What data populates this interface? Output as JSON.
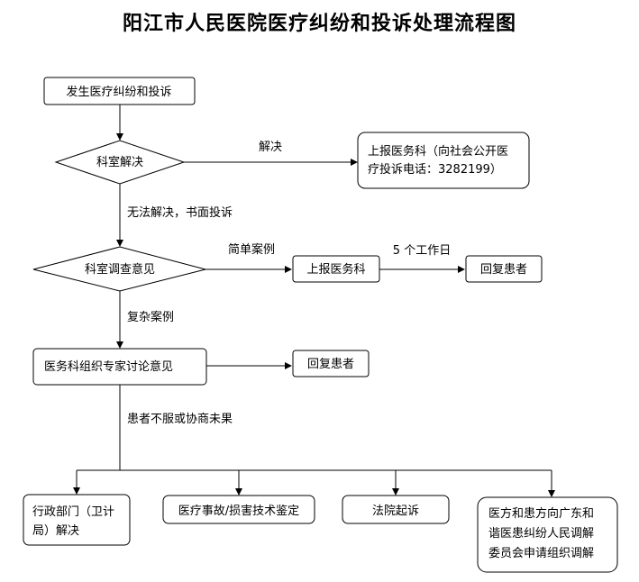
{
  "title": "阳江市人民医院医疗纠纷和投诉处理流程图",
  "nodes": {
    "start": "发生医疗纠纷和投诉",
    "dept_resolve": "科室解决",
    "report_medical_1_line1": "上报医务科（向社会公开医",
    "report_medical_1_line2": "疗投诉电话：3282199）",
    "dept_investigation": "科室调查意见",
    "report_medical_2": "上报医务科",
    "reply_patient_1": "回复患者",
    "expert_discussion": "医务科组织专家讨论意见",
    "reply_patient_2": "回复患者",
    "admin_line1": "行政部门（卫计",
    "admin_line2": "局）解决",
    "appraisal": "医疗事故/损害技术鉴定",
    "court": "法院起诉",
    "mediation_line1": "医方和患方向广东和",
    "mediation_line2": "谐医患纠纷人民调解",
    "mediation_line3": "委员会申请组织调解"
  },
  "edge_labels": {
    "resolved": "解决",
    "unresolved": "无法解决，书面投诉",
    "simple_case": "简单案例",
    "five_days": "5 个工作日",
    "complex_case": "复杂案例",
    "not_satisfied": "患者不服或协商未果"
  }
}
